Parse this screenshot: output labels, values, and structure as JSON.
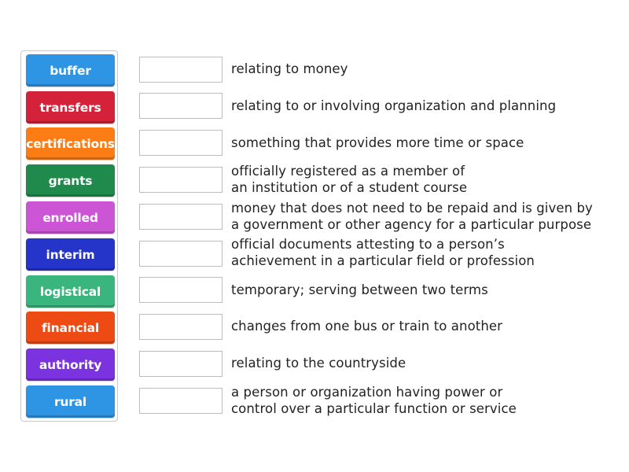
{
  "tiles": [
    {
      "label": "buffer",
      "color": "#2e95e4"
    },
    {
      "label": "transfers",
      "color": "#d4223a"
    },
    {
      "label": "certifications",
      "color": "#fb7d14"
    },
    {
      "label": "grants",
      "color": "#1f8a4c"
    },
    {
      "label": "enrolled",
      "color": "#cc55d6"
    },
    {
      "label": "interim",
      "color": "#2534c9"
    },
    {
      "label": "logistical",
      "color": "#3bb57e"
    },
    {
      "label": "financial",
      "color": "#ee4a14"
    },
    {
      "label": "authority",
      "color": "#7b33df"
    },
    {
      "label": "rural",
      "color": "#2e95e4"
    }
  ],
  "definitions": [
    "relating to money",
    "relating to or involving organization and planning",
    "something that provides more time or space",
    "officially registered as a member of\nan institution or of a student course",
    "money that does not need to be repaid and is given by\na government or other agency for a particular purpose",
    "official documents attesting to a person’s\nachievement in a particular field or profession",
    "temporary; serving between two terms",
    "changes from one bus or train to another",
    "relating to the countryside",
    "a person or organization having power or\ncontrol over a particular function or service"
  ]
}
